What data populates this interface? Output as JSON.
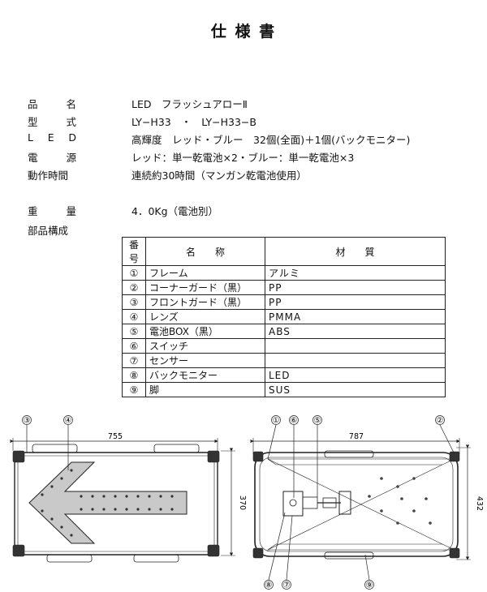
{
  "title": "仕 様 書",
  "specs": [
    {
      "label": [
        "品",
        "名"
      ],
      "value": "LED　フラッシュアローⅡ"
    },
    {
      "label": [
        "型",
        "式"
      ],
      "value": "LY−H33　・　LY−H33−B"
    },
    {
      "label": [
        "L",
        "E",
        "D"
      ],
      "value": "高輝度　レッド・ブルー　32個(全面)＋1個(バックモニター)"
    },
    {
      "label": [
        "電",
        "源"
      ],
      "value": "レッド：単一乾電池×2・ブルー：単一乾電池×3"
    },
    {
      "label": [
        "動作時間"
      ],
      "value": "連続約30時間（マンガン乾電池使用）"
    },
    {
      "label": [
        "重",
        "量"
      ],
      "value": "4．0Kg（電池別）"
    },
    {
      "label": [
        "部品構成"
      ],
      "value": ""
    }
  ],
  "table": {
    "headers": [
      "番号",
      "名　　称",
      "材　　質"
    ],
    "rows": [
      {
        "no": "①",
        "name": "フレーム",
        "material": "アルミ"
      },
      {
        "no": "②",
        "name": "コーナーガード（黒）",
        "material": "PP"
      },
      {
        "no": "③",
        "name": "フロントガード（黒）",
        "material": "PP"
      },
      {
        "no": "④",
        "name": "レンズ",
        "material": "PMMA"
      },
      {
        "no": "⑤",
        "name": "電池BOX（黒）",
        "material": "ABS"
      },
      {
        "no": "⑥",
        "name": "スイッチ",
        "material": ""
      },
      {
        "no": "⑦",
        "name": "センサー",
        "material": ""
      },
      {
        "no": "⑧",
        "name": "バックモニター",
        "material": "LED"
      },
      {
        "no": "⑨",
        "name": "脚",
        "material": "SUS"
      }
    ]
  },
  "drawings": {
    "front": {
      "width_dim": "755",
      "height_dim": "370",
      "callouts": [
        "③",
        "④"
      ]
    },
    "back": {
      "width_dim": "787",
      "height_dim": "432",
      "callouts_top": [
        "①",
        "⑥",
        "⑤",
        "②"
      ],
      "callouts_bottom": [
        "⑧",
        "⑦",
        "⑨"
      ]
    }
  }
}
